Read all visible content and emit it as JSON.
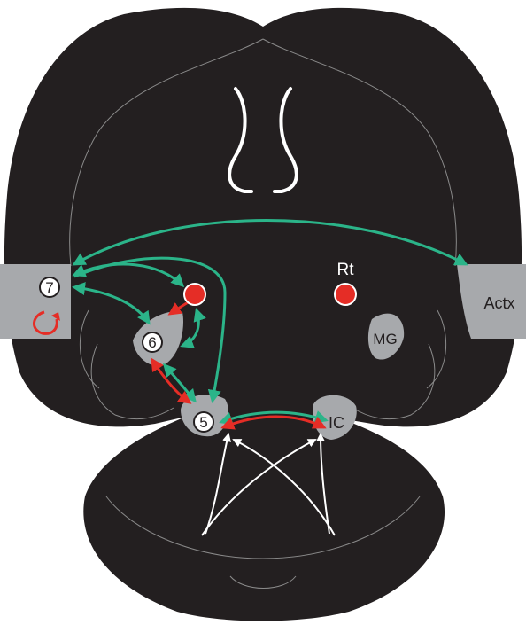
{
  "colors": {
    "background": "#ffffff",
    "brain": "#231f20",
    "region_gray": "#a7a9ac",
    "contour": "#8a8a8a",
    "green_arrow": "#2bb489",
    "red_arrow": "#e52d26",
    "white_fiber": "#ffffff",
    "node_circle": "#ffffff"
  },
  "labels": {
    "rt": "Rt",
    "mg": "MG",
    "ic": "IC",
    "actx": "Actx"
  },
  "nodes": {
    "n5": "5",
    "n6": "6",
    "n7": "7"
  },
  "icons": [
    "recurrent-loop-icon",
    "reticular-red-dot-icon"
  ]
}
